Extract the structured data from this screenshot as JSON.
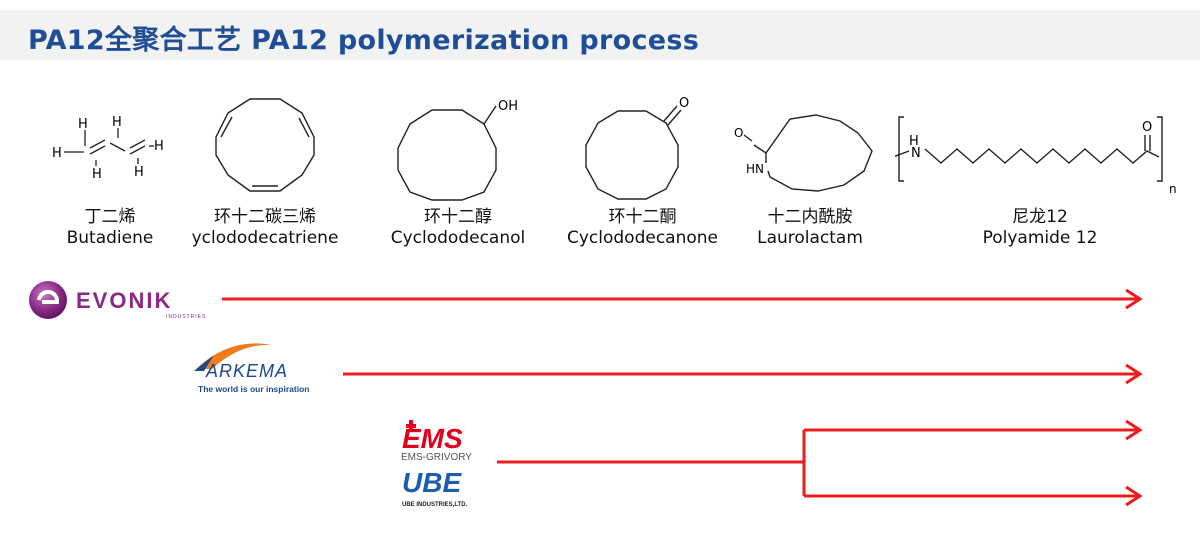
{
  "header": {
    "title": "PA12全聚合工艺 PA12 polymerization process"
  },
  "compounds": [
    {
      "cn": "丁二烯",
      "en": "Butadiene"
    },
    {
      "cn": "环十二碳三烯",
      "en": "yclododecatriene"
    },
    {
      "cn": "环十二醇",
      "en": "Cyclododecanol"
    },
    {
      "cn": "环十二酮",
      "en": "Cyclododecanone"
    },
    {
      "cn": "十二内酰胺",
      "en": "Laurolactam"
    },
    {
      "cn": "尼龙12",
      "en": "Polyamide 12"
    }
  ],
  "structure_labels": {
    "h": "H",
    "oh": "OH",
    "o": "O",
    "hn": "HN",
    "n": "N",
    "sub_n": "n"
  },
  "companies": {
    "evonik": {
      "name": "EVONIK",
      "sub": "INDUSTRIES"
    },
    "arkema": {
      "name": "ARKEMA",
      "tagline": "The world is our inspiration"
    },
    "ems": {
      "name": "EMS",
      "sub": "EMS-GRIVORY"
    },
    "ube": {
      "name": "UBE",
      "sub": "UBE INDUSTRIES,LTD."
    }
  },
  "colors": {
    "arrow": "#ee1c1c",
    "title": "#1f4e96",
    "evonik": "#8a2a86",
    "arkema_blue": "#1b4a8c",
    "arkema_orange": "#f07c1e",
    "ems_red": "#e2001a",
    "ube_blue": "#1e5bb3"
  }
}
